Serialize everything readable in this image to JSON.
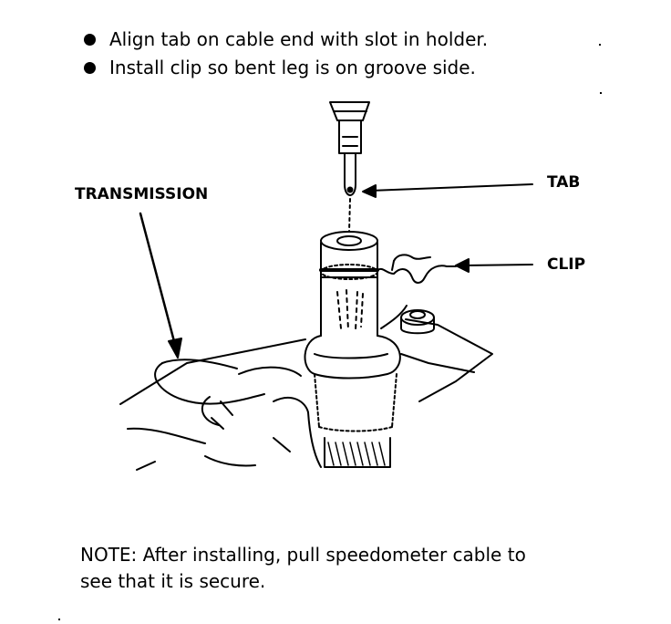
{
  "instructions": [
    "Align tab on cable end with slot in holder.",
    "Install clip so bent leg is on groove side."
  ],
  "callouts": {
    "transmission": "TRANSMISSION",
    "tab": "TAB",
    "clip": "CLIP"
  },
  "note": {
    "line1": "NOTE:  After installing, pull speedometer cable to",
    "line2": "see that it is secure."
  }
}
